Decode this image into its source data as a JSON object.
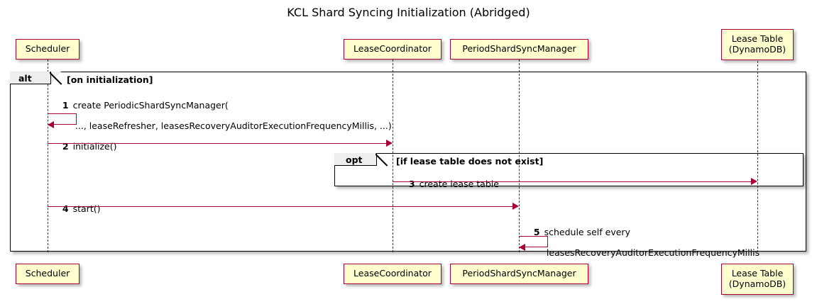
{
  "diagram": {
    "title": "KCL Shard Syncing Initialization (Abridged)",
    "type": "sequence-diagram"
  },
  "participants": [
    {
      "id": "scheduler",
      "label": "Scheduler"
    },
    {
      "id": "lease-coordinator",
      "label": "LeaseCoordinator"
    },
    {
      "id": "period-shard-sync-manager",
      "label": "PeriodShardSyncManager"
    },
    {
      "id": "lease-table",
      "label": "Lease Table\n(DynamoDB)"
    }
  ],
  "frames": [
    {
      "id": "alt-frame",
      "kind": "alt",
      "condition": "[on initialization]"
    },
    {
      "id": "opt-frame",
      "kind": "opt",
      "condition": "[if lease table does not exist]"
    }
  ],
  "messages": [
    {
      "num": "1",
      "from": "scheduler",
      "to": "scheduler",
      "kind": "self",
      "line1": "create PeriodicShardSyncManager(",
      "line2": "..., leaseRefresher, leasesRecoveryAuditorExecutionFrequencyMillis, ...)"
    },
    {
      "num": "2",
      "from": "scheduler",
      "to": "lease-coordinator",
      "kind": "sync",
      "line1": "initialize()",
      "line2": ""
    },
    {
      "num": "3",
      "from": "lease-coordinator",
      "to": "lease-table",
      "kind": "sync",
      "line1": "create lease table",
      "line2": ""
    },
    {
      "num": "4",
      "from": "scheduler",
      "to": "period-shard-sync-manager",
      "kind": "sync",
      "line1": "start()",
      "line2": ""
    },
    {
      "num": "5",
      "from": "period-shard-sync-manager",
      "to": "period-shard-sync-manager",
      "kind": "self",
      "line1": "schedule self every",
      "line2": "leasesRecoveryAuditorExecutionFrequencyMillis"
    }
  ],
  "colors": {
    "participant_fill": "#FEFECE",
    "participant_border": "#A80036",
    "arrow": "#A80036",
    "frame_border": "#000000",
    "frame_tab_fill": "#EEEEEE",
    "background": "#FFFFFF"
  }
}
